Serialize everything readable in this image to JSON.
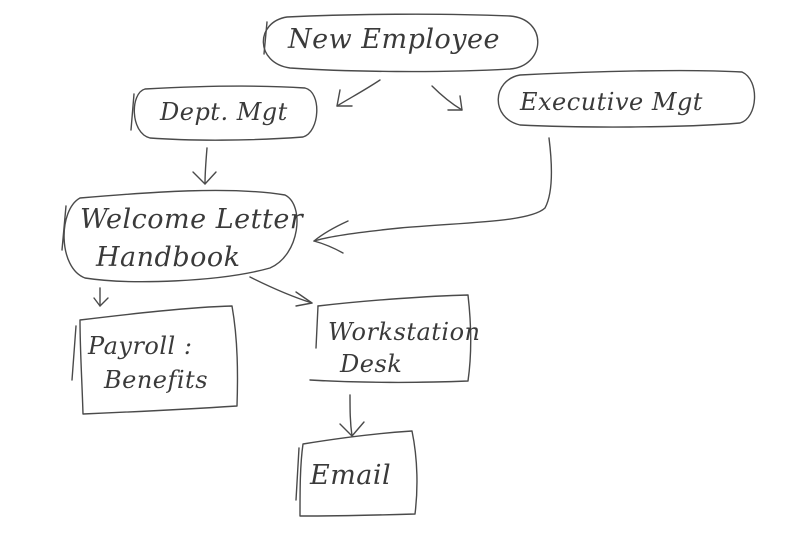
{
  "diagram": {
    "nodes": {
      "new_employee": {
        "line1": "New Employee"
      },
      "dept_mgt": {
        "line1": "Dept. Mgt"
      },
      "executive_mgt": {
        "line1": "Executive Mgt"
      },
      "welcome": {
        "line1": "Welcome Letter",
        "line2": "Handbook"
      },
      "payroll": {
        "line1": "Payroll :",
        "line2": "Benefits"
      },
      "workstation": {
        "line1": "Workstation",
        "line2": "Desk"
      },
      "email": {
        "line1": "Email"
      }
    },
    "stroke_color": "#4a4a4a",
    "text_color": "#3a3a3a",
    "background": "#ffffff"
  }
}
